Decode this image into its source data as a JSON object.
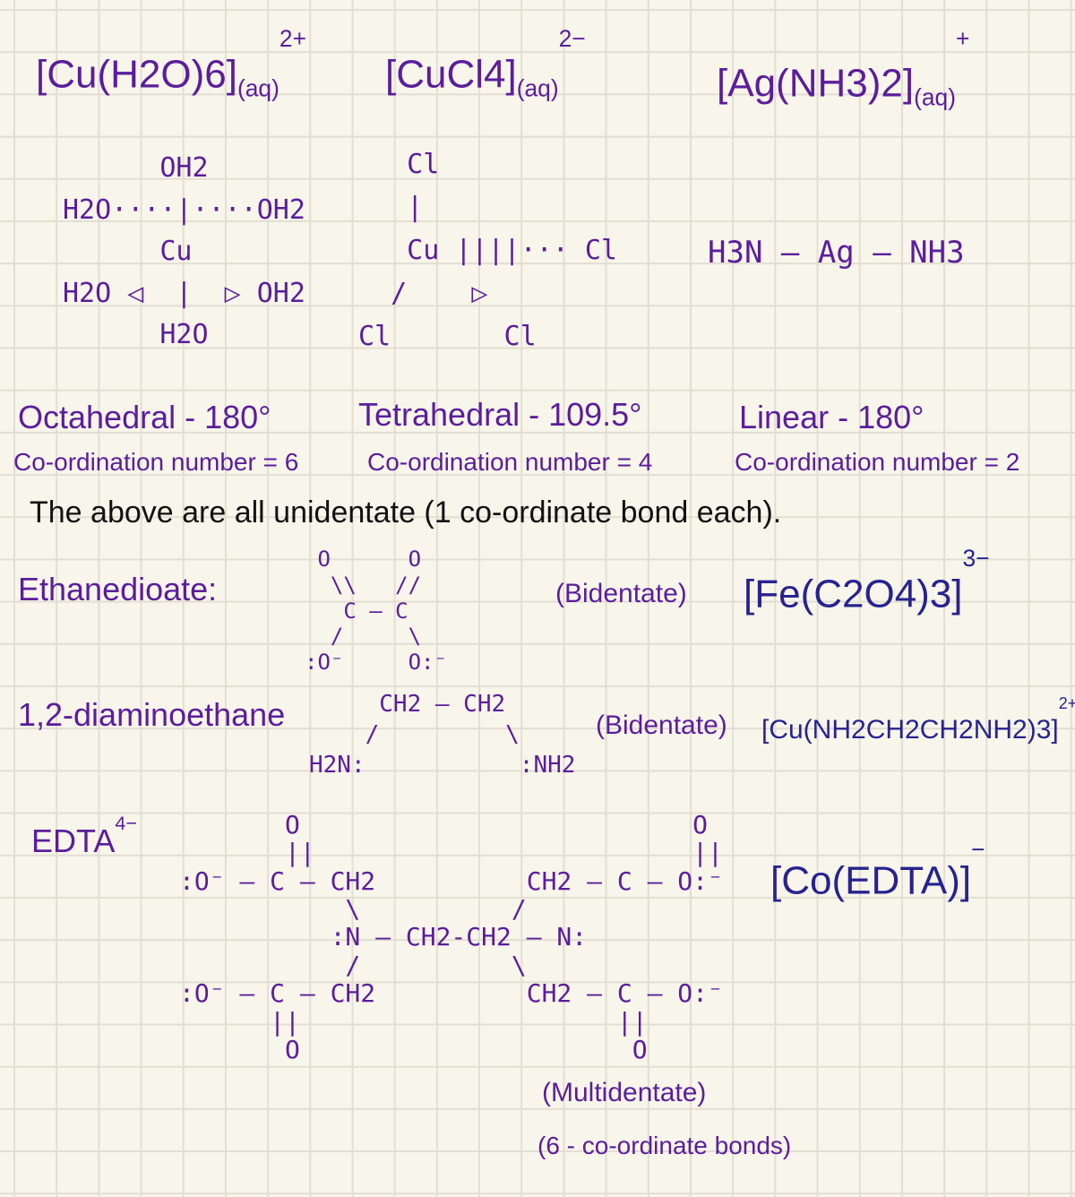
{
  "complexes": [
    {
      "formula": "[Cu(H2O)6]",
      "charge": "2+",
      "state": "(aq)",
      "structure": "      OH2\nH2O····|····OH2\n      Cu\nH2O ◁  |  ▷ OH2\n      H2O",
      "shape": "Octahedral - 180°",
      "cn": "Co-ordination number = 6"
    },
    {
      "formula": "[CuCl4]",
      "charge": "2−",
      "state": "(aq)",
      "structure": "   Cl\n   |\n   Cu ||||··· Cl\n  /    ▷\nCl       Cl",
      "shape": "Tetrahedral - 109.5°",
      "cn": "Co-ordination number = 4"
    },
    {
      "formula": "[Ag(NH3)2]",
      "charge": "+",
      "state": "(aq)",
      "structure": "H3N — Ag — NH3",
      "shape": "Linear - 180°",
      "cn": "Co-ordination number = 2"
    }
  ],
  "note": "The above are all unidentate (1 co-ordinate bond each).",
  "ligands": [
    {
      "name": "Ethanedioate:",
      "structure": " O      O\n  \\\\   //\n   C — C\n  /     \\\n:O⁻     O:⁻",
      "type": "(Bidentate)",
      "example": "[Fe(C2O4)3]",
      "charge": "3−"
    },
    {
      "name": "1,2-diaminoethane",
      "structure": "     CH2 — CH2\n    /         \\\nH2N:           :NH2",
      "type": "(Bidentate)",
      "example": "[Cu(NH2CH2CH2NH2)3]",
      "charge": "2+"
    },
    {
      "name": "EDTA",
      "charge": "4−",
      "structure": "       O                          O\n       ||                         ||\n:O⁻ — C — CH2          CH2 — C — O:⁻\n           \\          /\n          :N — CH2-CH2 — N:\n           /          \\\n:O⁻ — C — CH2          CH2 — C — O:⁻\n      ||                     ||\n       O                      O",
      "example": "[Co(EDTA)]",
      "example_charge": "−",
      "type": "(Multidentate)",
      "bonds": "(6 - co-ordinate bonds)"
    }
  ]
}
